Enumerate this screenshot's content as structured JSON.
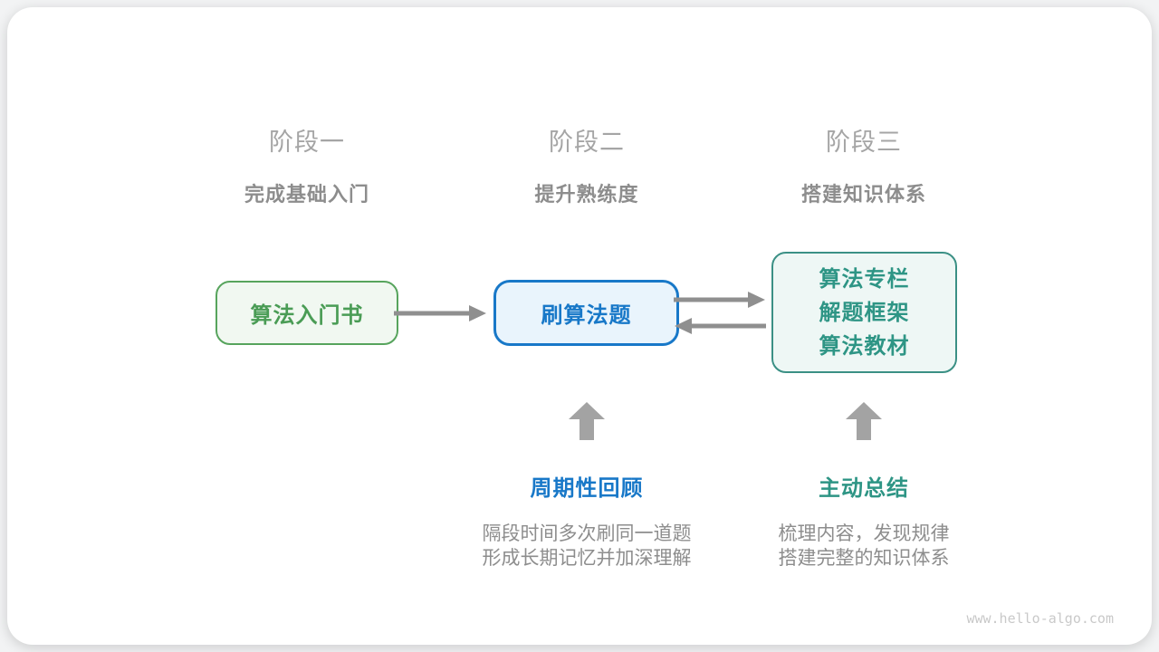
{
  "stages": [
    {
      "title": "阶段一",
      "subtitle": "完成基础入门"
    },
    {
      "title": "阶段二",
      "subtitle": "提升熟练度"
    },
    {
      "title": "阶段三",
      "subtitle": "搭建知识体系"
    }
  ],
  "nodes": {
    "intro_book": {
      "label": "算法入门书"
    },
    "practice": {
      "label": "刷算法题"
    },
    "resources": {
      "lines": [
        "算法专栏",
        "解题框架",
        "算法教材"
      ]
    }
  },
  "annotations": {
    "review": {
      "title": "周期性回顾",
      "desc_lines": [
        "隔段时间多次刷同一道题",
        "形成长期记忆并加深理解"
      ]
    },
    "summary": {
      "title": "主动总结",
      "desc_lines": [
        "梳理内容，发现规律",
        "搭建完整的知识体系"
      ]
    }
  },
  "watermark": "www.hello-algo.com",
  "colors": {
    "green_border": "#57a45d",
    "green_fill": "#f1f8f1",
    "green_text": "#4a9c55",
    "blue_border": "#1878c8",
    "blue_fill": "#e9f4fc",
    "blue_text": "#1878c8",
    "teal_border": "#3b9085",
    "teal_fill": "#eef7f5",
    "teal_text": "#2e9585",
    "line_arrow": "#8f8f8f",
    "block_arrow": "#a3a3a3",
    "stage_title": "#a5a5a5",
    "stage_subtitle": "#8d8d8d",
    "desc_text": "#8d8d8d",
    "watermark": "#c9c9c9"
  }
}
